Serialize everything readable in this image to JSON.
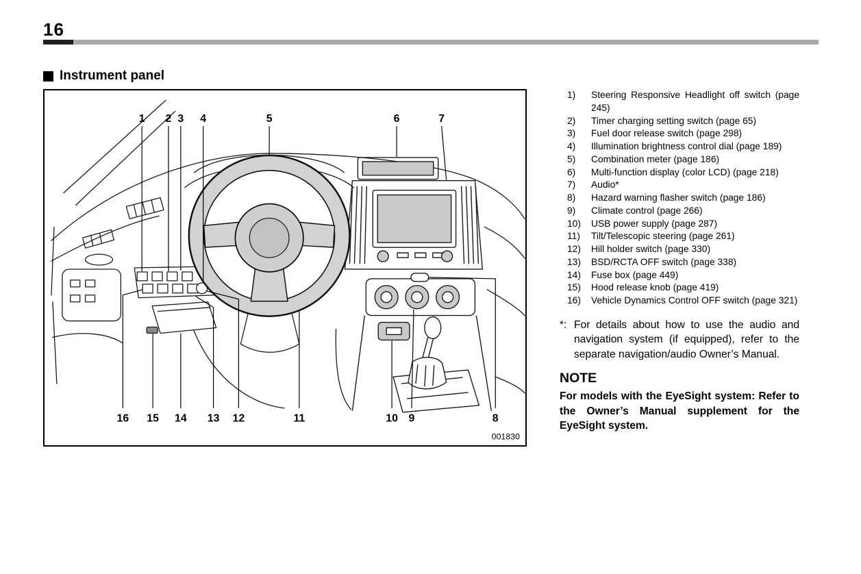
{
  "page": {
    "number": "16",
    "section_title": "Instrument panel",
    "figure_code": "001830"
  },
  "diagram": {
    "top_labels": [
      "1",
      "2",
      "3",
      "4",
      "5",
      "6",
      "7"
    ],
    "bottom_labels": [
      "16",
      "15",
      "14",
      "13",
      "12",
      "11",
      "10",
      "9",
      "8"
    ]
  },
  "legend": {
    "items": [
      {
        "num": "1)",
        "text": "Steering Responsive Headlight off switch (page 245)"
      },
      {
        "num": "2)",
        "text": "Timer charging setting switch (page 65)"
      },
      {
        "num": "3)",
        "text": "Fuel door release switch (page 298)"
      },
      {
        "num": "4)",
        "text": "Illumination brightness control dial (page 189)"
      },
      {
        "num": "5)",
        "text": "Combination meter (page 186)"
      },
      {
        "num": "6)",
        "text": "Multi-function display (color LCD) (page 218)"
      },
      {
        "num": "7)",
        "text": "Audio*"
      },
      {
        "num": "8)",
        "text": "Hazard warning flasher switch (page 186)"
      },
      {
        "num": "9)",
        "text": "Climate control (page 266)"
      },
      {
        "num": "10)",
        "text": "USB power supply (page 287)"
      },
      {
        "num": "11)",
        "text": "Tilt/Telescopic steering (page 261)"
      },
      {
        "num": "12)",
        "text": "Hill holder switch (page 330)"
      },
      {
        "num": "13)",
        "text": "BSD/RCTA OFF switch (page 338)"
      },
      {
        "num": "14)",
        "text": "Fuse box (page 449)"
      },
      {
        "num": "15)",
        "text": "Hood release knob (page 419)"
      },
      {
        "num": "16)",
        "text": "Vehicle Dynamics Control OFF switch (page 321)"
      }
    ],
    "footnote_marker": "*:",
    "footnote_text": "For details about how to use the audio and navigation system (if equipped), refer to the separate navigation/audio Owner’s Manual."
  },
  "note": {
    "title": "NOTE",
    "text": "For models with the EyeSight system: Refer to the Owner’s Manual supplement for the EyeSight system."
  }
}
